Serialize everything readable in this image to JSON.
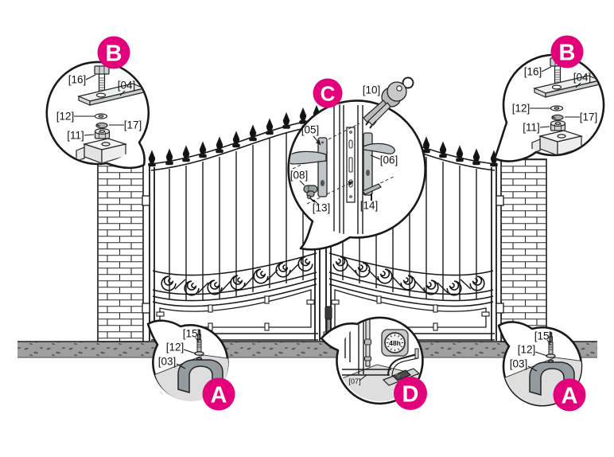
{
  "figure": {
    "description": "Assembly overview of a double-leaf ornamental gate with detail callout bubbles",
    "badge_color": "#E2017B",
    "line_color": "#1a1a1a"
  },
  "callouts": {
    "b_left": {
      "letter": "B",
      "labels": {
        "bolt": "[16]",
        "bar": "[04]",
        "washer": "[12]",
        "spring_washer": "[17]",
        "nut": "[11]"
      }
    },
    "b_right": {
      "letter": "B",
      "labels": {
        "bolt": "[16]",
        "bar": "[04]",
        "washer": "[12]",
        "spring_washer": "[17]",
        "nut": "[11]"
      }
    },
    "c": {
      "letter": "C",
      "labels": {
        "keys": "[10]",
        "handle_left": "[05]",
        "handle_right": "[06]",
        "cylinder": "[08]",
        "screw": "[13]",
        "spindle": "[14]"
      }
    },
    "a_left": {
      "letter": "A",
      "labels": {
        "pin": "[15]",
        "washer": "[12]",
        "bracket": "[03]"
      }
    },
    "a_right": {
      "letter": "A",
      "labels": {
        "pin": "[15]",
        "washer": "[12]",
        "bracket": "[03]"
      }
    },
    "d": {
      "letter": "D",
      "labels": {
        "stop": "[07]"
      },
      "clock_label": "48h"
    }
  }
}
